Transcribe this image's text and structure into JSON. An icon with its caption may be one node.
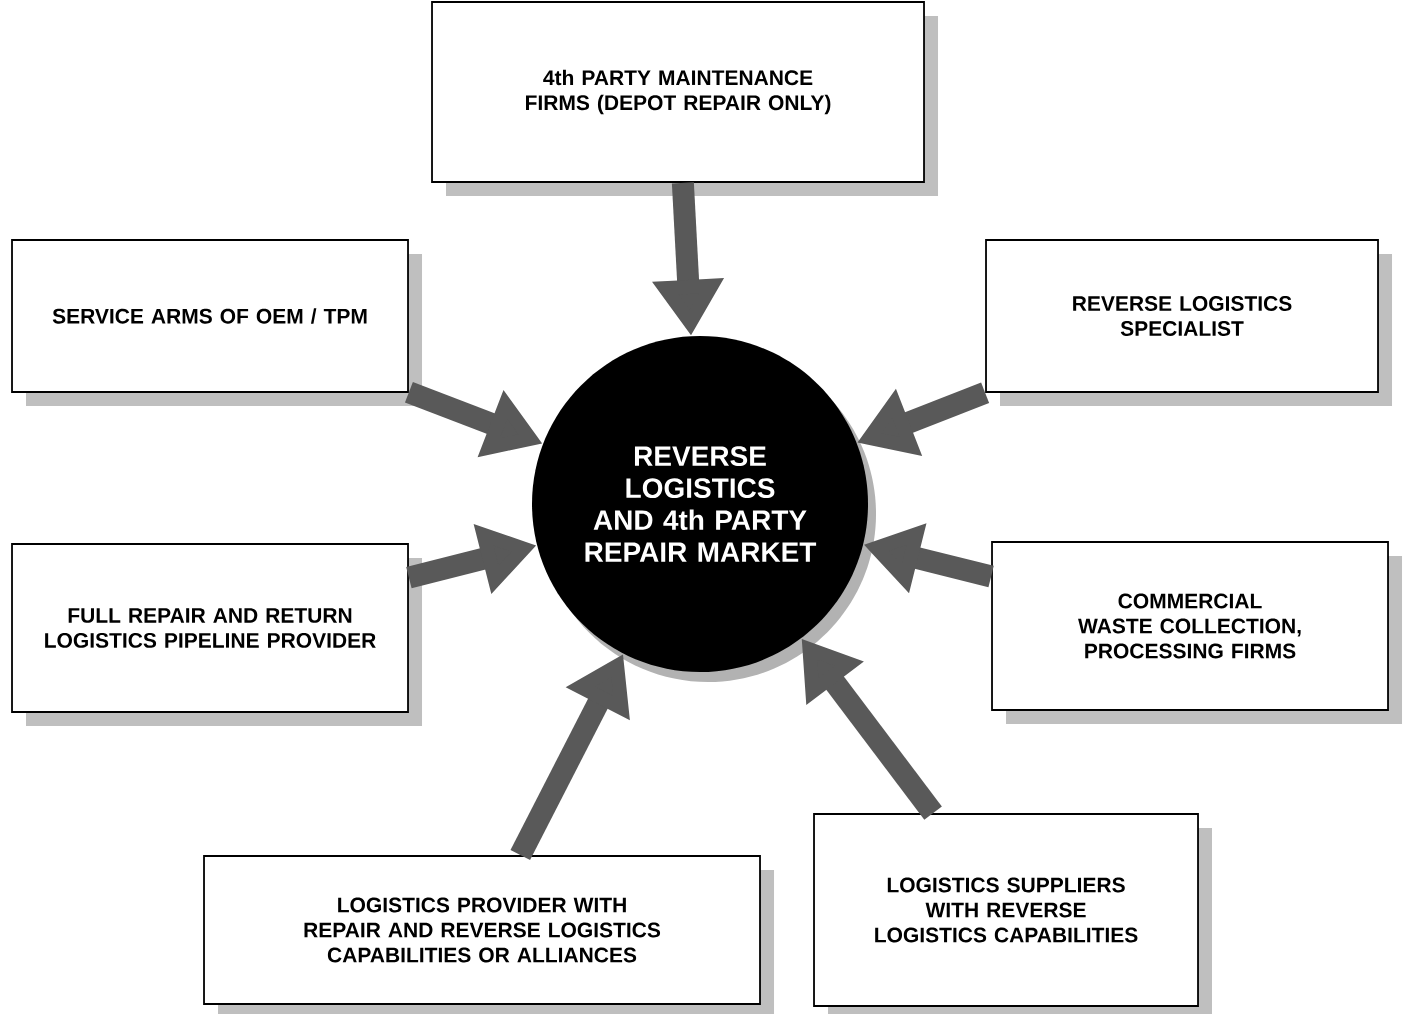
{
  "diagram": {
    "nodes": [
      {
        "text": [
          "REVERSE LOGISTICS AND 4th PARTY REPAIR MARKET"
        ]
      },
      {
        "text": [
          "4th PARTY MAINTENANCE FIRMS (DEPOT REPAIR ONLY)"
        ]
      },
      {
        "text": [
          "SERVICE ARMS OF OEM / TPM"
        ]
      },
      {
        "text": [
          "REVERSE LOGISTICS SPECIALIST"
        ]
      },
      {
        "text": [
          "FULL REPAIR AND RETURN LOGISTICS PIPELINE PROVIDER"
        ]
      },
      {
        "text": [
          "COMMERCIAL WASTE COLLECTION, PROCESSING FIRMS"
        ]
      },
      {
        "text": [
          "LOGISTICS PROVIDER WITH REPAIR AND REVERSE LOGISTICS CAPABILITIES OR ALLIANCES"
        ]
      },
      {
        "text": [
          "LOGISTICS SUPPLIERS WITH REVERSE LOGISTICS CAPABILITIES"
        ]
      }
    ],
    "edges": [
      {
        "from": 1,
        "to": 0,
        "arrow": "to"
      },
      {
        "from": 2,
        "to": 0,
        "arrow": "to"
      },
      {
        "from": 3,
        "to": 0,
        "arrow": "to"
      },
      {
        "from": 4,
        "to": 0,
        "arrow": "to"
      },
      {
        "from": 5,
        "to": 0,
        "arrow": "to"
      },
      {
        "from": 6,
        "to": 0,
        "arrow": "to"
      },
      {
        "from": 7,
        "to": 0,
        "arrow": "to"
      }
    ]
  }
}
